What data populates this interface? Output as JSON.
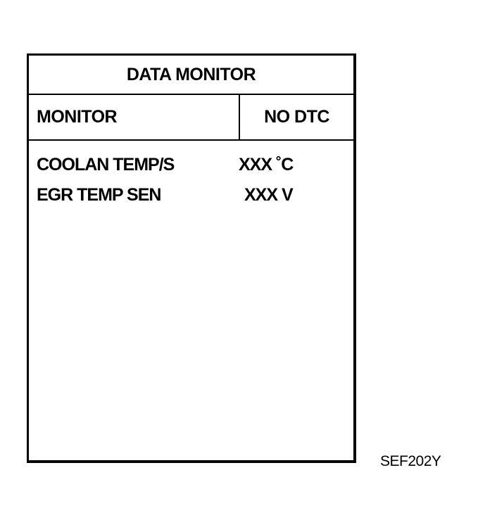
{
  "monitor": {
    "title": "DATA MONITOR",
    "header_left": "MONITOR",
    "header_right": "NO DTC",
    "items": [
      {
        "name": "COOLAN TEMP/S",
        "value": "XXX ˚C"
      },
      {
        "name": "EGR TEMP SEN",
        "value": "XXX V"
      }
    ]
  },
  "figure_id": "SEF202Y"
}
